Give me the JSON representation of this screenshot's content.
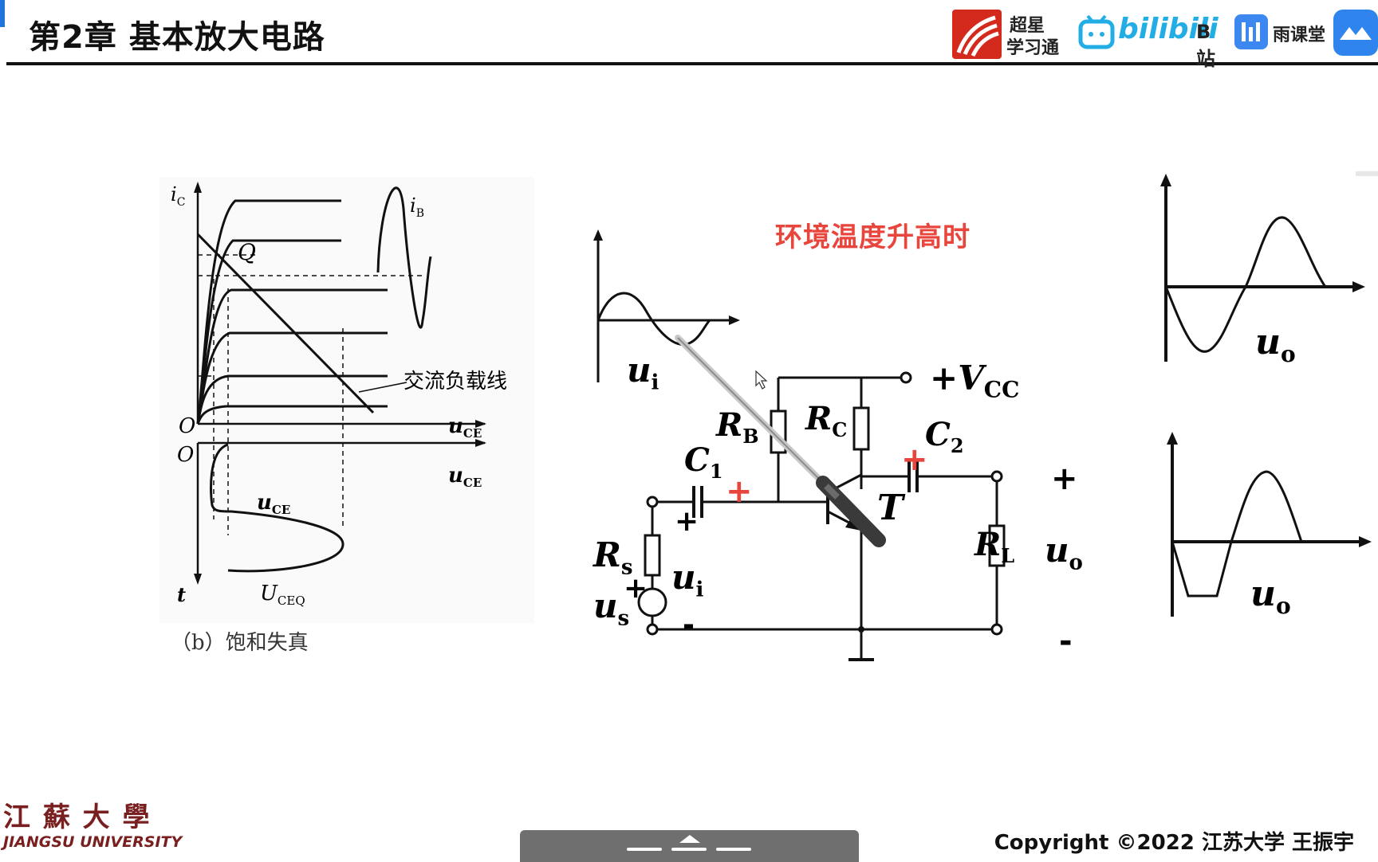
{
  "header": {
    "title": "第2章 基本放大电路",
    "logos": {
      "chaoxing_line1": "超星",
      "chaoxing_line2": "学习通",
      "bilibili": "bilibili",
      "bzhan": "B站",
      "yuketang": "雨课堂"
    }
  },
  "left_figure": {
    "ic": "i",
    "ic_sub": "C",
    "ib": "i",
    "ib_sub": "B",
    "q": "Q",
    "origin_top": "O",
    "origin_bottom": "O",
    "uce_top": "u",
    "uce_top_sub": "CE",
    "uce_bottom": "u",
    "uce_bottom_sub": "CE",
    "uce_curve": "u",
    "uce_curve_sub": "CE",
    "uceq": "U",
    "uceq_sub": "CEQ",
    "t": "t",
    "ac_load_line": "交流负载线",
    "caption": "（b）饱和失真"
  },
  "annotation": {
    "text": "环境温度升高时",
    "color": "#e8453c"
  },
  "circuit": {
    "ui_wave": "u",
    "ui_wave_sub": "i",
    "vcc": "+V",
    "vcc_sub": "CC",
    "rb": "R",
    "rb_sub": "B",
    "rc": "R",
    "rc_sub": "C",
    "c1": "C",
    "c1_sub": "1",
    "c2": "C",
    "c2_sub": "2",
    "t": "T",
    "rs": "R",
    "rs_sub": "s",
    "us": "u",
    "us_sub": "s",
    "ui": "u",
    "ui_sub": "i",
    "rl": "R",
    "rl_sub": "L",
    "uo": "u",
    "uo_sub": "o",
    "plus": "+",
    "minus": "-"
  },
  "right_graphs": {
    "top_label": "u",
    "top_label_sub": "o",
    "bottom_label": "u",
    "bottom_label_sub": "o"
  },
  "footer": {
    "university_cn": "江 蘇 大 學",
    "university_en": "JIANGSU UNIVERSITY",
    "copyright": "Copyright ©2022 江苏大学 王振宇"
  }
}
